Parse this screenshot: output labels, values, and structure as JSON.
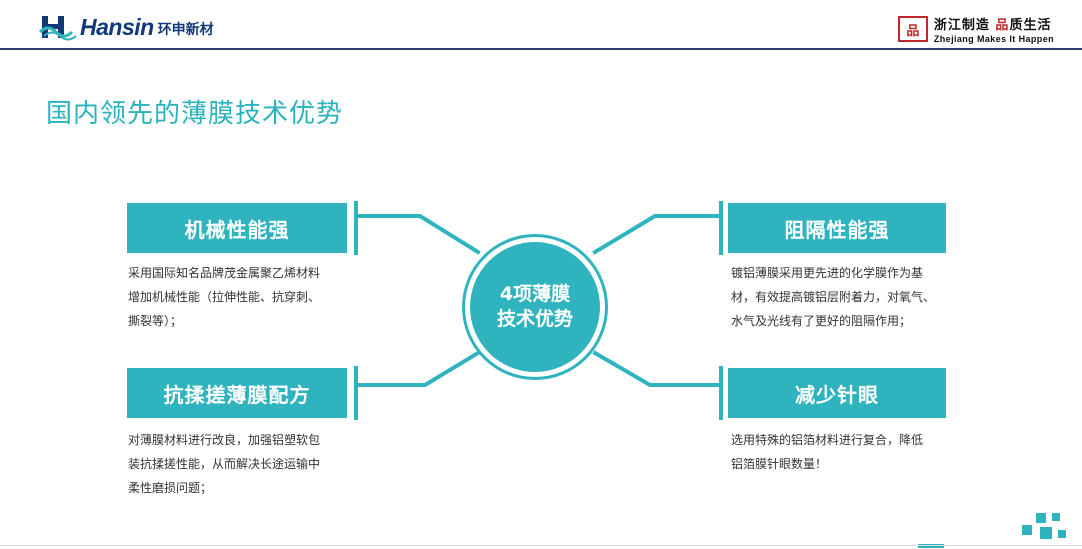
{
  "header": {
    "logo_en": "Hansin",
    "logo_cn": "环申新材",
    "brand_seal": "品",
    "brand_cn_1": "浙江制造",
    "brand_cn_2_red": "品",
    "brand_cn_2": "质生活",
    "brand_en": "Zhejiang Makes It Happen"
  },
  "page_title": "国内领先的薄膜技术优势",
  "center": {
    "line1": "4项薄膜",
    "line2": "技术优势"
  },
  "cards": {
    "top_left": {
      "title": "机械性能强",
      "desc": [
        "采用国际知名品牌茂金属聚乙烯材料",
        "增加机械性能（拉伸性能、抗穿刺、",
        "撕裂等）；"
      ]
    },
    "bottom_left": {
      "title": "抗揉搓薄膜配方",
      "desc": [
        "对薄膜材料进行改良，加强铝塑软包",
        "装抗揉搓性能，从而解决长途运输中",
        "柔性磨损问题；"
      ]
    },
    "top_right": {
      "title": "阻隔性能强",
      "desc": [
        "镀铝薄膜采用更先进的化学膜作为基",
        "材，有效提高镀铝层附着力，对氧气、",
        "水气及光线有了更好的阻隔作用；"
      ]
    },
    "bottom_right": {
      "title": "减少针眼",
      "desc": [
        "选用特殊的铝箔材料进行复合，降低",
        "铝箔膜针眼数量！"
      ]
    }
  },
  "colors": {
    "accent": "#2fb4bf",
    "title": "#2ab3bd",
    "navy": "#123a7a",
    "red": "#c0272d"
  }
}
